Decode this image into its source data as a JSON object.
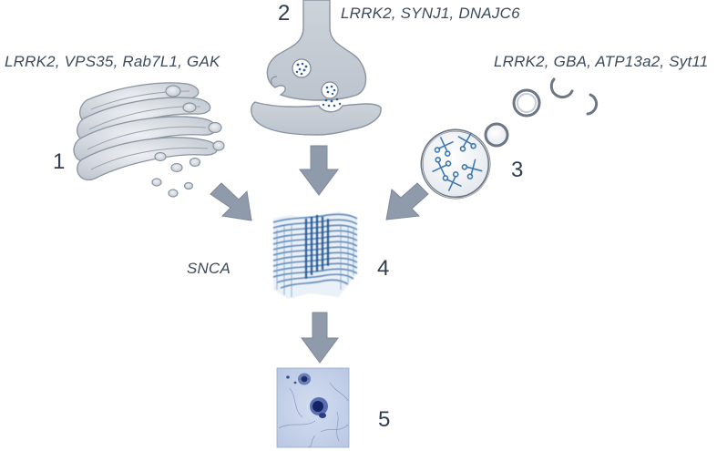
{
  "panel_1": {
    "number": "1",
    "genes": "LRRK2, VPS35, Rab7L1, GAK",
    "icon": "golgi-apparatus"
  },
  "panel_2": {
    "number": "2",
    "genes": "LRRK2, SYNJ1, DNAJC6",
    "icon": "synapse"
  },
  "panel_3": {
    "number": "3",
    "genes": "LRRK2, GBA, ATP13a2, Syt11",
    "icon": "lysosome-with-scissors"
  },
  "panel_4": {
    "number": "4",
    "genes": "SNCA",
    "icon": "alpha-synuclein-fibril"
  },
  "panel_5": {
    "number": "5",
    "icon": "lewy-body-micrograph"
  },
  "colors": {
    "organelle_fill": "#c9ced6",
    "organelle_stroke": "#8a94a2",
    "arrow": "#8f9bab",
    "fibril": "#3f79b2",
    "micrograph_bg": "#c4d2ea",
    "text": "#3d4b5c"
  }
}
